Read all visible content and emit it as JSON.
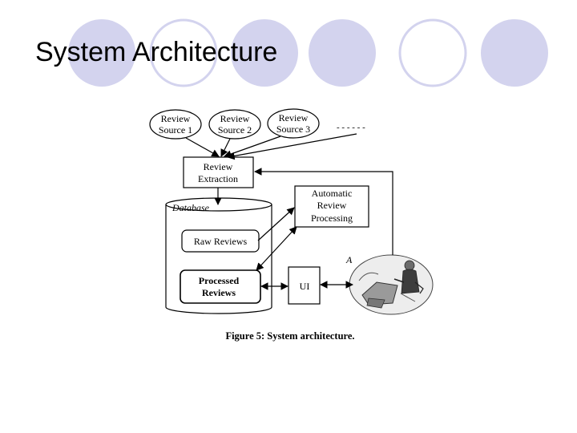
{
  "slide": {
    "title": "System Architecture"
  },
  "colors": {
    "circle_fill": "#d3d3ee",
    "circle_stroke": "#d3d3ee",
    "diagram_stroke": "#000000",
    "arrow_fill": "#000000"
  },
  "diagram": {
    "sources": [
      {
        "line1": "Review",
        "line2": "Source 1"
      },
      {
        "line1": "Review",
        "line2": "Source 2"
      },
      {
        "line1": "Review",
        "line2": "Source 3"
      }
    ],
    "more_sources": "- - - - - -",
    "extraction": {
      "line1": "Review",
      "line2": "Extraction"
    },
    "database_label": "Database",
    "raw_reviews": "Raw Reviews",
    "processed": {
      "line1": "Processed",
      "line2": "Reviews"
    },
    "auto": {
      "line1": "Automatic",
      "line2": "Review",
      "line3": "Processing"
    },
    "ui": "UI",
    "user_icon": "person-at-computer-icon",
    "stray_mark": "A"
  },
  "caption": "Figure 5: System architecture."
}
